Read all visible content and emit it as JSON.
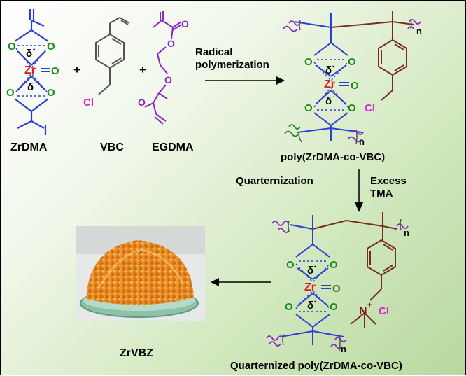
{
  "colors": {
    "blue_bond": "#2a3fd6",
    "zr": "#e01b1b",
    "oxygen": "#1e8a1e",
    "chlorine": "#e020e0",
    "purple_bond": "#8a25c8",
    "brown_bond": "#7a2d1e",
    "nitrogen": "#7a1020"
  },
  "atoms": {
    "zr": "Zr",
    "o": "O",
    "cl": "Cl",
    "cl_minus": "Cl",
    "n_plus": "N",
    "delta": "δ",
    "minus": "-",
    "plus": "+",
    "n_sub": "n"
  },
  "labels": {
    "zrdma": "ZrDMA",
    "vbc": "VBC",
    "egdma": "EGDMA",
    "radical_line1": "Radical",
    "radical_line2": "polymerization",
    "poly": "poly(ZrDMA-co-VBC)",
    "quarternization": "Quarternization",
    "excess_line1": "Excess",
    "excess_line2": "TMA",
    "quaternized": "Quarternized poly(ZrDMA-co-VBC)",
    "zrvbz": "ZrVBZ"
  },
  "plus_signs": [
    "+",
    "+"
  ],
  "photo": {
    "name": "orange granules in glass petri dish"
  }
}
